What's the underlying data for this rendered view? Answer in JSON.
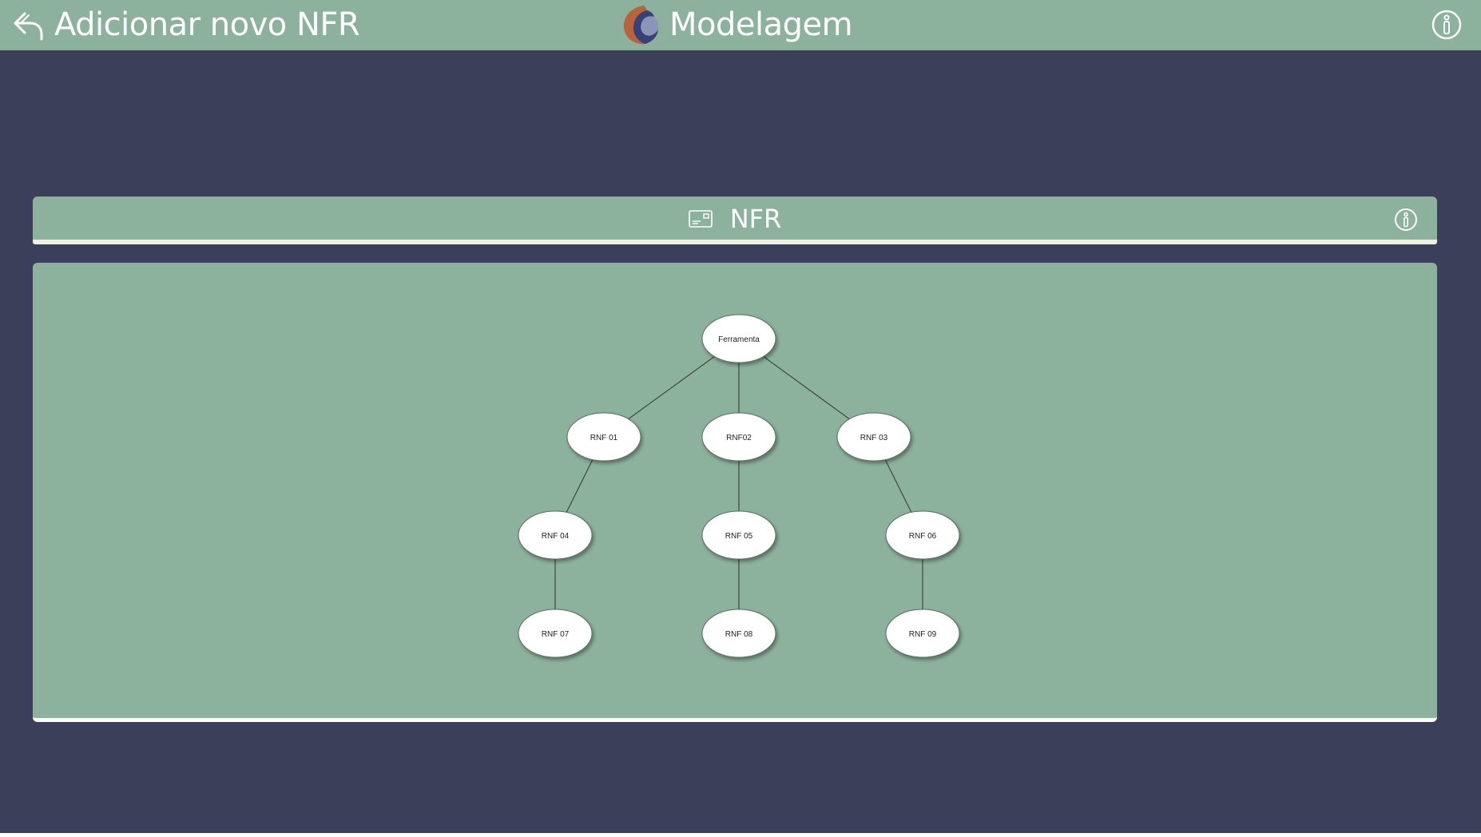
{
  "header": {
    "back_label": "Adicionar novo NFR",
    "back_icon": "back-arrow-icon",
    "brand_title": "Modelagem",
    "brand_logo": "app-logo",
    "info_icon": "info-icon"
  },
  "section": {
    "title": "NFR",
    "card_icon": "id-card-icon",
    "info_icon": "info-icon"
  },
  "colors": {
    "bar_green": "#8cb19c",
    "background": "#3c3f59",
    "node_fill": "#ffffff"
  },
  "tree": {
    "nodes": [
      {
        "id": "root",
        "label": "Ferramenta"
      },
      {
        "id": "n1",
        "label": "RNF 01",
        "parent": "root"
      },
      {
        "id": "n2",
        "label": "RNF02",
        "parent": "root"
      },
      {
        "id": "n3",
        "label": "RNF 03",
        "parent": "root"
      },
      {
        "id": "n4",
        "label": "RNF 04",
        "parent": "n1"
      },
      {
        "id": "n5",
        "label": "RNF 05",
        "parent": "n2"
      },
      {
        "id": "n6",
        "label": "RNF 06",
        "parent": "n3"
      },
      {
        "id": "n7",
        "label": "RNF 07",
        "parent": "n4"
      },
      {
        "id": "n8",
        "label": "RNF 08",
        "parent": "n5"
      },
      {
        "id": "n9",
        "label": "RNF 09",
        "parent": "n6"
      }
    ]
  }
}
